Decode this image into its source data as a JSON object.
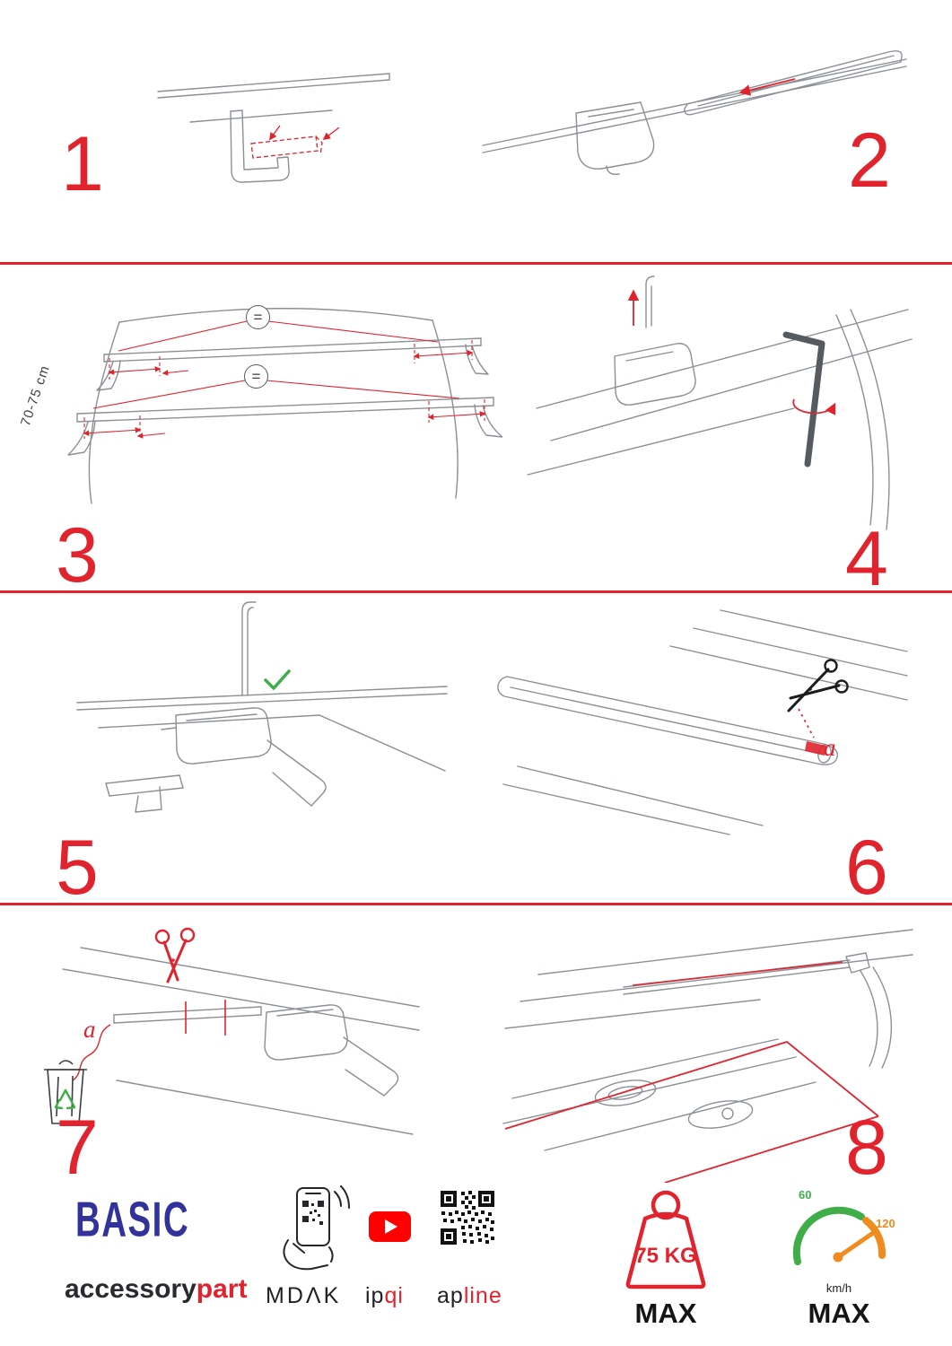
{
  "palette": {
    "accent_red": "#e1232e",
    "brand_blue": "#32329b",
    "ok_green": "#3fae49",
    "gauge_orange": "#ef8b1f",
    "sketch_gray": "#8b9096"
  },
  "steps": [
    "1",
    "2",
    "3",
    "4",
    "5",
    "6",
    "7",
    "8"
  ],
  "labels": {
    "measure": "70-75 cm",
    "equal": "=",
    "a6": "a",
    "a7": "a"
  },
  "footer": {
    "brand": "BASIC",
    "brand_line_black": "accessory",
    "brand_line_red": "part",
    "logo_mdak": "MDΛK",
    "logo_ipqi_black": "ip",
    "logo_ipqi_red": "qi",
    "logo_apline_black": "ap",
    "logo_apline_red": "line",
    "weight_limit": "75 KG",
    "weight_max": "MAX",
    "speed_low": "60",
    "speed_high": "120",
    "speed_unit": "km/h",
    "speed_max": "MAX"
  }
}
